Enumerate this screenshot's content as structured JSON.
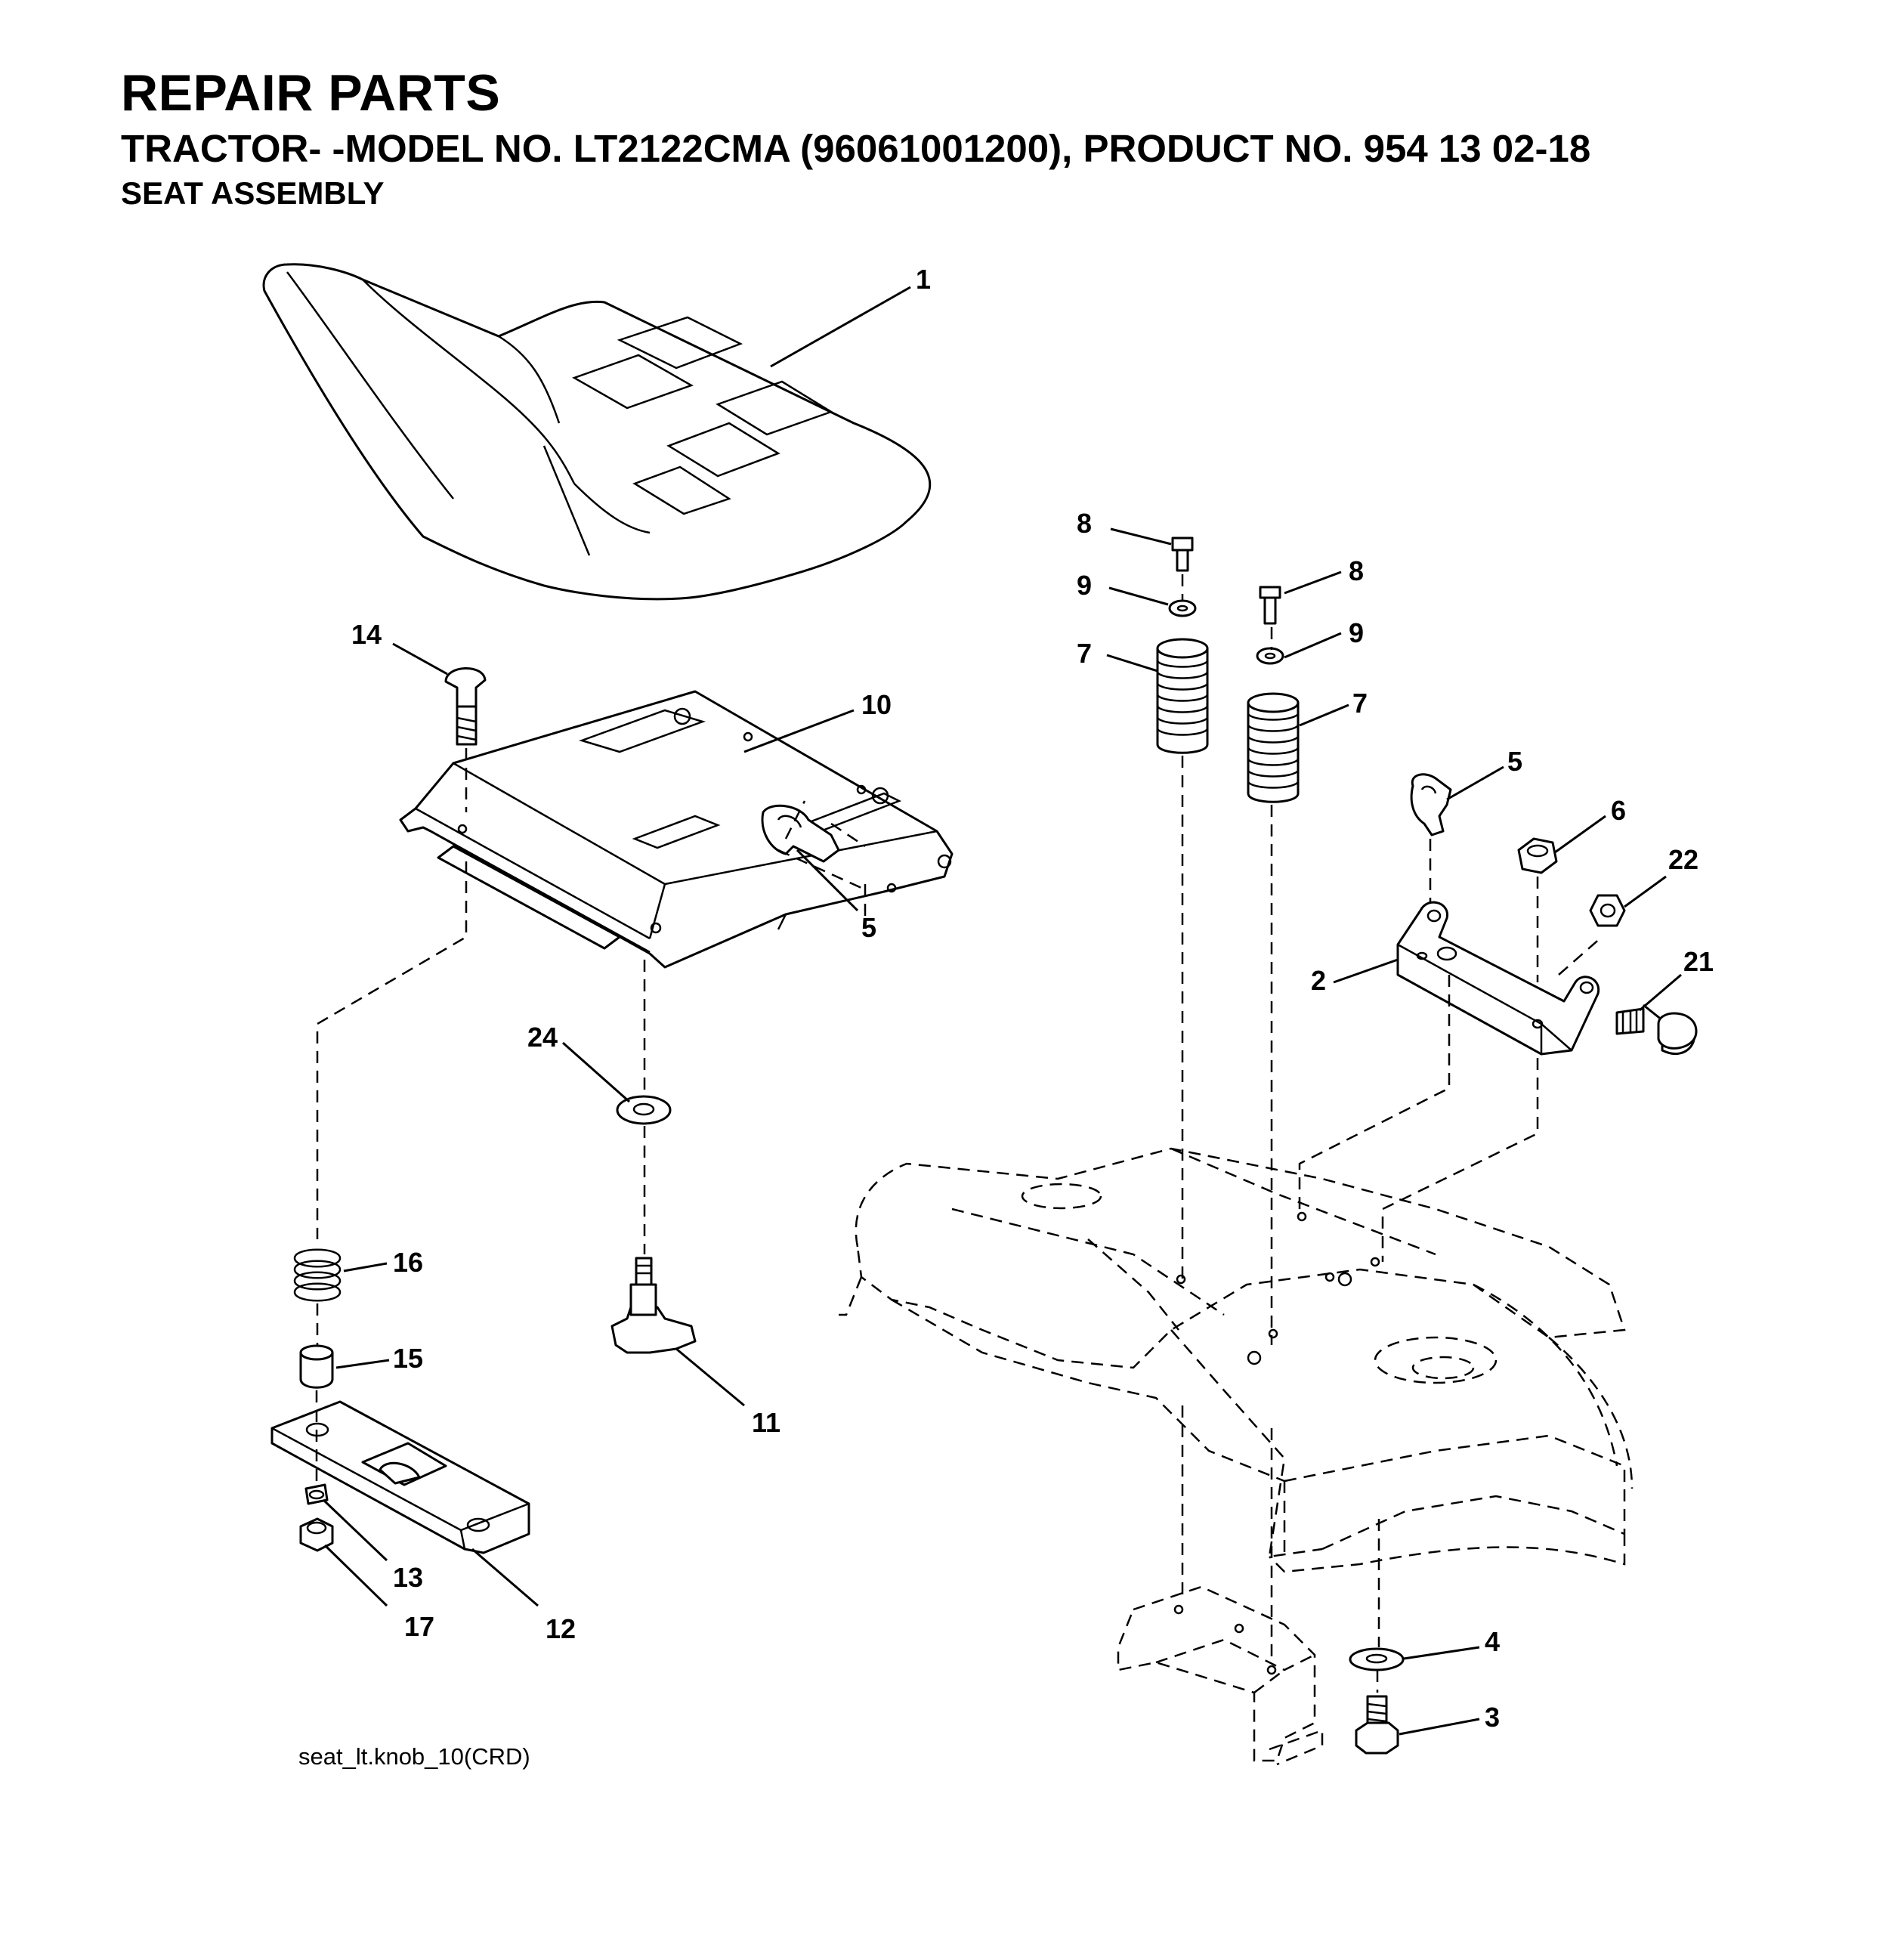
{
  "header": {
    "title": "REPAIR PARTS",
    "subtitle": "TRACTOR- -MODEL NO. LT2122CMA (96061001200), PRODUCT NO. 954 13 02-18",
    "section": "SEAT ASSEMBLY"
  },
  "diagram": {
    "reference": "seat_lt.knob_10(CRD)",
    "callouts": {
      "c1": "1",
      "c14": "14",
      "c10": "10",
      "c24": "24",
      "c5a": "5",
      "c16": "16",
      "c15": "15",
      "c11": "11",
      "c13": "13",
      "c17": "17",
      "c12": "12",
      "c8a": "8",
      "c9a": "9",
      "c7a": "7",
      "c8b": "8",
      "c9b": "9",
      "c7b": "7",
      "c5b": "5",
      "c6": "6",
      "c22": "22",
      "c2": "2",
      "c21": "21",
      "c4": "4",
      "c3": "3"
    }
  }
}
